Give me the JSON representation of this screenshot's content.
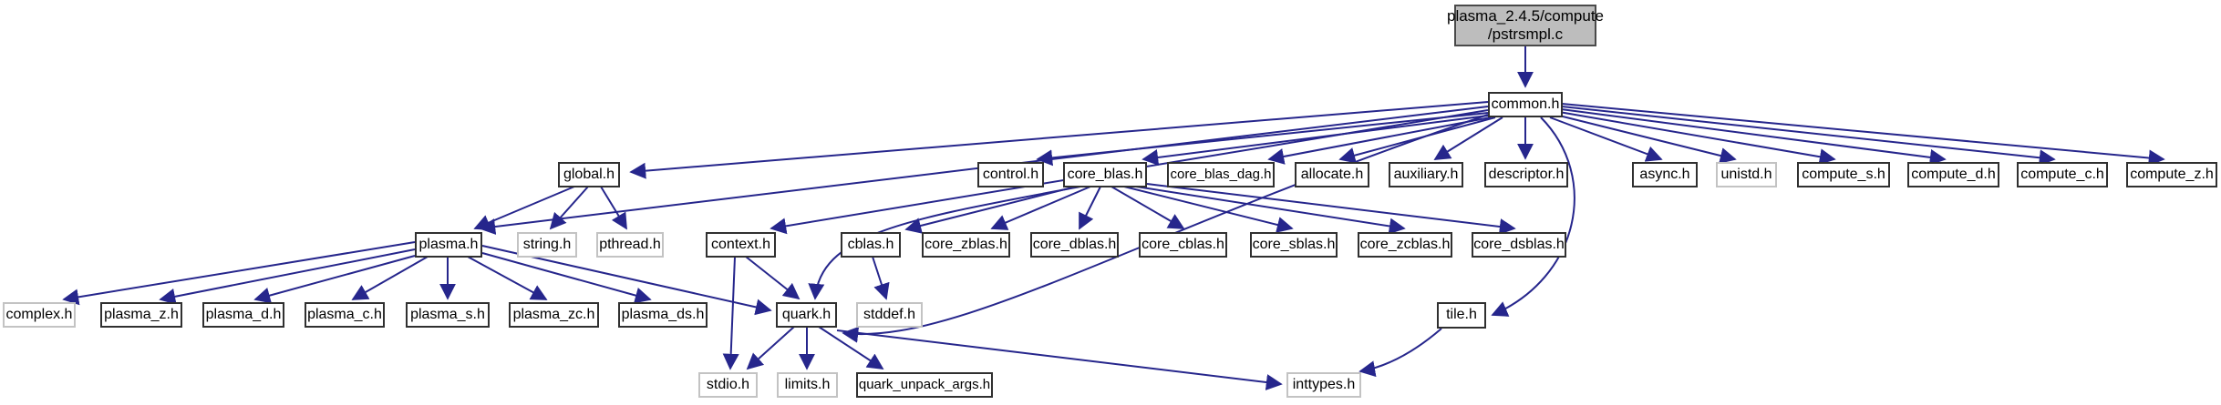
{
  "diagram": {
    "kind": "doxygen-include-dependency-graph",
    "colors": {
      "edge": "#26268c",
      "node_fill": "#ffffff",
      "node_border": "#303030",
      "system_node_border": "#c3c3c3",
      "root_node_fill": "#bdbdbd"
    },
    "nodes": [
      {
        "id": "pstrsmpl.c",
        "label": "plasma_2.4.5/compute\n/pstrsmpl.c",
        "kind": "root"
      },
      {
        "id": "common.h",
        "label": "common.h",
        "kind": "internal"
      },
      {
        "id": "global.h",
        "label": "global.h",
        "kind": "internal"
      },
      {
        "id": "control.h",
        "label": "control.h",
        "kind": "internal"
      },
      {
        "id": "core_blas.h",
        "label": "core_blas.h",
        "kind": "internal"
      },
      {
        "id": "core_blas_dag.h",
        "label": "core_blas_dag.h",
        "kind": "internal"
      },
      {
        "id": "allocate.h",
        "label": "allocate.h",
        "kind": "internal"
      },
      {
        "id": "auxiliary.h",
        "label": "auxiliary.h",
        "kind": "internal"
      },
      {
        "id": "descriptor.h",
        "label": "descriptor.h",
        "kind": "internal"
      },
      {
        "id": "async.h",
        "label": "async.h",
        "kind": "internal"
      },
      {
        "id": "unistd.h",
        "label": "unistd.h",
        "kind": "system"
      },
      {
        "id": "compute_s.h",
        "label": "compute_s.h",
        "kind": "internal"
      },
      {
        "id": "compute_d.h",
        "label": "compute_d.h",
        "kind": "internal"
      },
      {
        "id": "compute_c.h",
        "label": "compute_c.h",
        "kind": "internal"
      },
      {
        "id": "compute_z.h",
        "label": "compute_z.h",
        "kind": "internal"
      },
      {
        "id": "plasma.h",
        "label": "plasma.h",
        "kind": "internal"
      },
      {
        "id": "string.h",
        "label": "string.h",
        "kind": "system"
      },
      {
        "id": "pthread.h",
        "label": "pthread.h",
        "kind": "system"
      },
      {
        "id": "context.h",
        "label": "context.h",
        "kind": "internal"
      },
      {
        "id": "cblas.h",
        "label": "cblas.h",
        "kind": "internal"
      },
      {
        "id": "core_zblas.h",
        "label": "core_zblas.h",
        "kind": "internal"
      },
      {
        "id": "core_dblas.h",
        "label": "core_dblas.h",
        "kind": "internal"
      },
      {
        "id": "core_cblas.h",
        "label": "core_cblas.h",
        "kind": "internal"
      },
      {
        "id": "core_sblas.h",
        "label": "core_sblas.h",
        "kind": "internal"
      },
      {
        "id": "core_zcblas.h",
        "label": "core_zcblas.h",
        "kind": "internal"
      },
      {
        "id": "core_dsblas.h",
        "label": "core_dsblas.h",
        "kind": "internal"
      },
      {
        "id": "complex.h",
        "label": "complex.h",
        "kind": "system"
      },
      {
        "id": "plasma_z.h",
        "label": "plasma_z.h",
        "kind": "internal"
      },
      {
        "id": "plasma_d.h",
        "label": "plasma_d.h",
        "kind": "internal"
      },
      {
        "id": "plasma_c.h",
        "label": "plasma_c.h",
        "kind": "internal"
      },
      {
        "id": "plasma_s.h",
        "label": "plasma_s.h",
        "kind": "internal"
      },
      {
        "id": "plasma_zc.h",
        "label": "plasma_zc.h",
        "kind": "internal"
      },
      {
        "id": "plasma_ds.h",
        "label": "plasma_ds.h",
        "kind": "internal"
      },
      {
        "id": "quark.h",
        "label": "quark.h",
        "kind": "internal"
      },
      {
        "id": "stddef.h",
        "label": "stddef.h",
        "kind": "system"
      },
      {
        "id": "tile.h",
        "label": "tile.h",
        "kind": "internal"
      },
      {
        "id": "stdio.h",
        "label": "stdio.h",
        "kind": "system"
      },
      {
        "id": "limits.h",
        "label": "limits.h",
        "kind": "system"
      },
      {
        "id": "quark_unpack_args.h",
        "label": "quark_unpack_args.h",
        "kind": "internal"
      },
      {
        "id": "inttypes.h",
        "label": "inttypes.h",
        "kind": "system"
      }
    ],
    "edges": [
      [
        "pstrsmpl.c",
        "common.h"
      ],
      [
        "common.h",
        "global.h"
      ],
      [
        "common.h",
        "plasma.h"
      ],
      [
        "common.h",
        "context.h"
      ],
      [
        "common.h",
        "quark.h"
      ],
      [
        "common.h",
        "control.h"
      ],
      [
        "common.h",
        "core_blas.h"
      ],
      [
        "common.h",
        "core_blas_dag.h"
      ],
      [
        "common.h",
        "allocate.h"
      ],
      [
        "common.h",
        "auxiliary.h"
      ],
      [
        "common.h",
        "descriptor.h"
      ],
      [
        "common.h",
        "async.h"
      ],
      [
        "common.h",
        "unistd.h"
      ],
      [
        "common.h",
        "compute_s.h"
      ],
      [
        "common.h",
        "compute_d.h"
      ],
      [
        "common.h",
        "compute_c.h"
      ],
      [
        "common.h",
        "compute_z.h"
      ],
      [
        "common.h",
        "tile.h"
      ],
      [
        "global.h",
        "plasma.h"
      ],
      [
        "global.h",
        "string.h"
      ],
      [
        "global.h",
        "pthread.h"
      ],
      [
        "plasma.h",
        "complex.h"
      ],
      [
        "plasma.h",
        "plasma_z.h"
      ],
      [
        "plasma.h",
        "plasma_d.h"
      ],
      [
        "plasma.h",
        "plasma_c.h"
      ],
      [
        "plasma.h",
        "plasma_s.h"
      ],
      [
        "plasma.h",
        "plasma_zc.h"
      ],
      [
        "plasma.h",
        "plasma_ds.h"
      ],
      [
        "plasma.h",
        "quark.h"
      ],
      [
        "context.h",
        "quark.h"
      ],
      [
        "context.h",
        "stdio.h"
      ],
      [
        "core_blas.h",
        "cblas.h"
      ],
      [
        "core_blas.h",
        "quark.h"
      ],
      [
        "core_blas.h",
        "core_zblas.h"
      ],
      [
        "core_blas.h",
        "core_dblas.h"
      ],
      [
        "core_blas.h",
        "core_cblas.h"
      ],
      [
        "core_blas.h",
        "core_sblas.h"
      ],
      [
        "core_blas.h",
        "core_zcblas.h"
      ],
      [
        "core_blas.h",
        "core_dsblas.h"
      ],
      [
        "cblas.h",
        "stddef.h"
      ],
      [
        "quark.h",
        "stdio.h"
      ],
      [
        "quark.h",
        "limits.h"
      ],
      [
        "quark.h",
        "quark_unpack_args.h"
      ],
      [
        "quark.h",
        "inttypes.h"
      ],
      [
        "tile.h",
        "inttypes.h"
      ]
    ]
  }
}
